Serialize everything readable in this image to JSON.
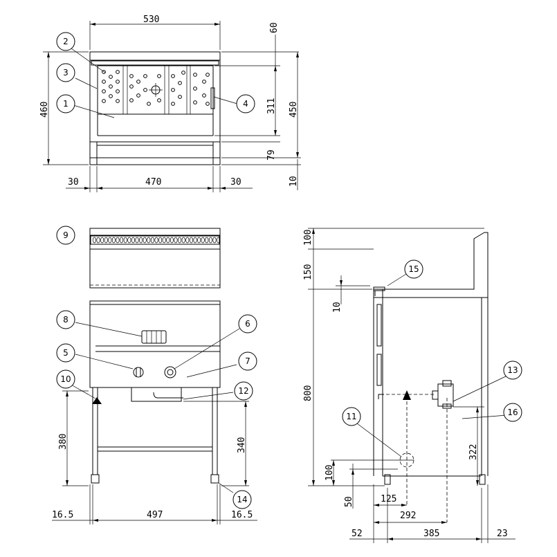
{
  "top_view": {
    "dims": {
      "overall_width": "530",
      "top_lip": "60",
      "depth": "460",
      "inner_depth": "311",
      "base_depth": "450",
      "bottom_step": "79",
      "bottom_lip": "10",
      "left_margin": "30",
      "inner_width": "470",
      "right_margin": "30"
    }
  },
  "front_view": {
    "dims": {
      "leg_height": "380",
      "drain_height": "340",
      "left_offset": "16.5",
      "leg_span": "497",
      "right_offset": "16.5"
    }
  },
  "side_view": {
    "dims": {
      "backsplash": "100",
      "top_height": "150",
      "lip": "10",
      "body_height": "800",
      "drain_center": "100",
      "drain_low": "50",
      "drain_offset": "125",
      "gas_offset": "292",
      "gas_height": "322",
      "front_offset": "52",
      "body_depth": "385",
      "rear_offset": "23"
    }
  },
  "callouts": [
    "1",
    "2",
    "3",
    "4",
    "5",
    "6",
    "7",
    "8",
    "9",
    "10",
    "11",
    "12",
    "13",
    "14",
    "15",
    "16"
  ]
}
